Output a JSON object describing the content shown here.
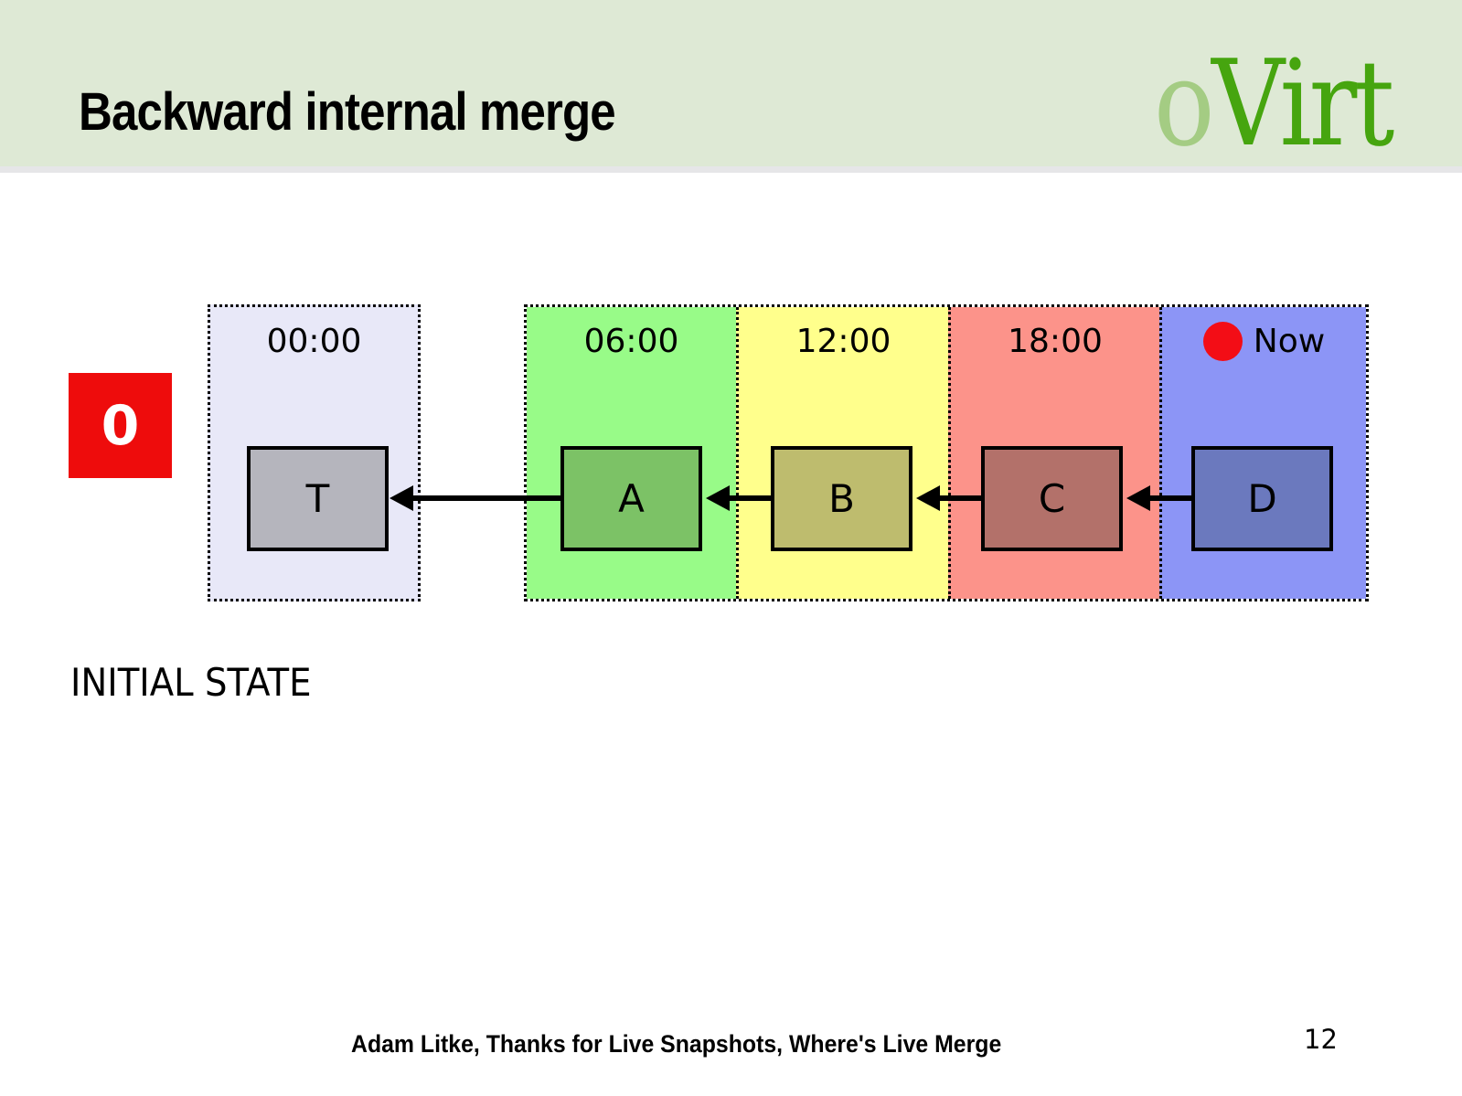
{
  "header": {
    "title": "Backward internal merge",
    "logo": {
      "o": "o",
      "rest": "Virt",
      "o_color": "#a4cc83",
      "rest_color": "#46a50f"
    },
    "bg": "#dee9d5",
    "strip_color": "#e6e6e8"
  },
  "badge": {
    "label": "0",
    "bg": "#ee0c0c",
    "fg": "#ffffff"
  },
  "timeline": {
    "sections": [
      {
        "time_label": "00:00",
        "volume_label": "T",
        "bg": "#e8e8f8",
        "volume_bg": "#b5b5bd"
      },
      {
        "time_label": "06:00",
        "volume_label": "A",
        "bg": "#98fb88",
        "volume_bg": "#7cc266"
      },
      {
        "time_label": "12:00",
        "volume_label": "B",
        "bg": "#ffff8c",
        "volume_bg": "#bebc6e"
      },
      {
        "time_label": "18:00",
        "volume_label": "C",
        "bg": "#fc938a",
        "volume_bg": "#b3716a"
      },
      {
        "time_label": "Now",
        "volume_label": "D",
        "bg": "#8c95f6",
        "volume_bg": "#6b79be",
        "now_dot_color": "#f30d16"
      }
    ],
    "arrow_color": "#000000"
  },
  "state_label": "INITIAL STATE",
  "footer": {
    "credit": "Adam Litke, Thanks for Live Snapshots, Where's Live Merge",
    "page_number": "12"
  }
}
